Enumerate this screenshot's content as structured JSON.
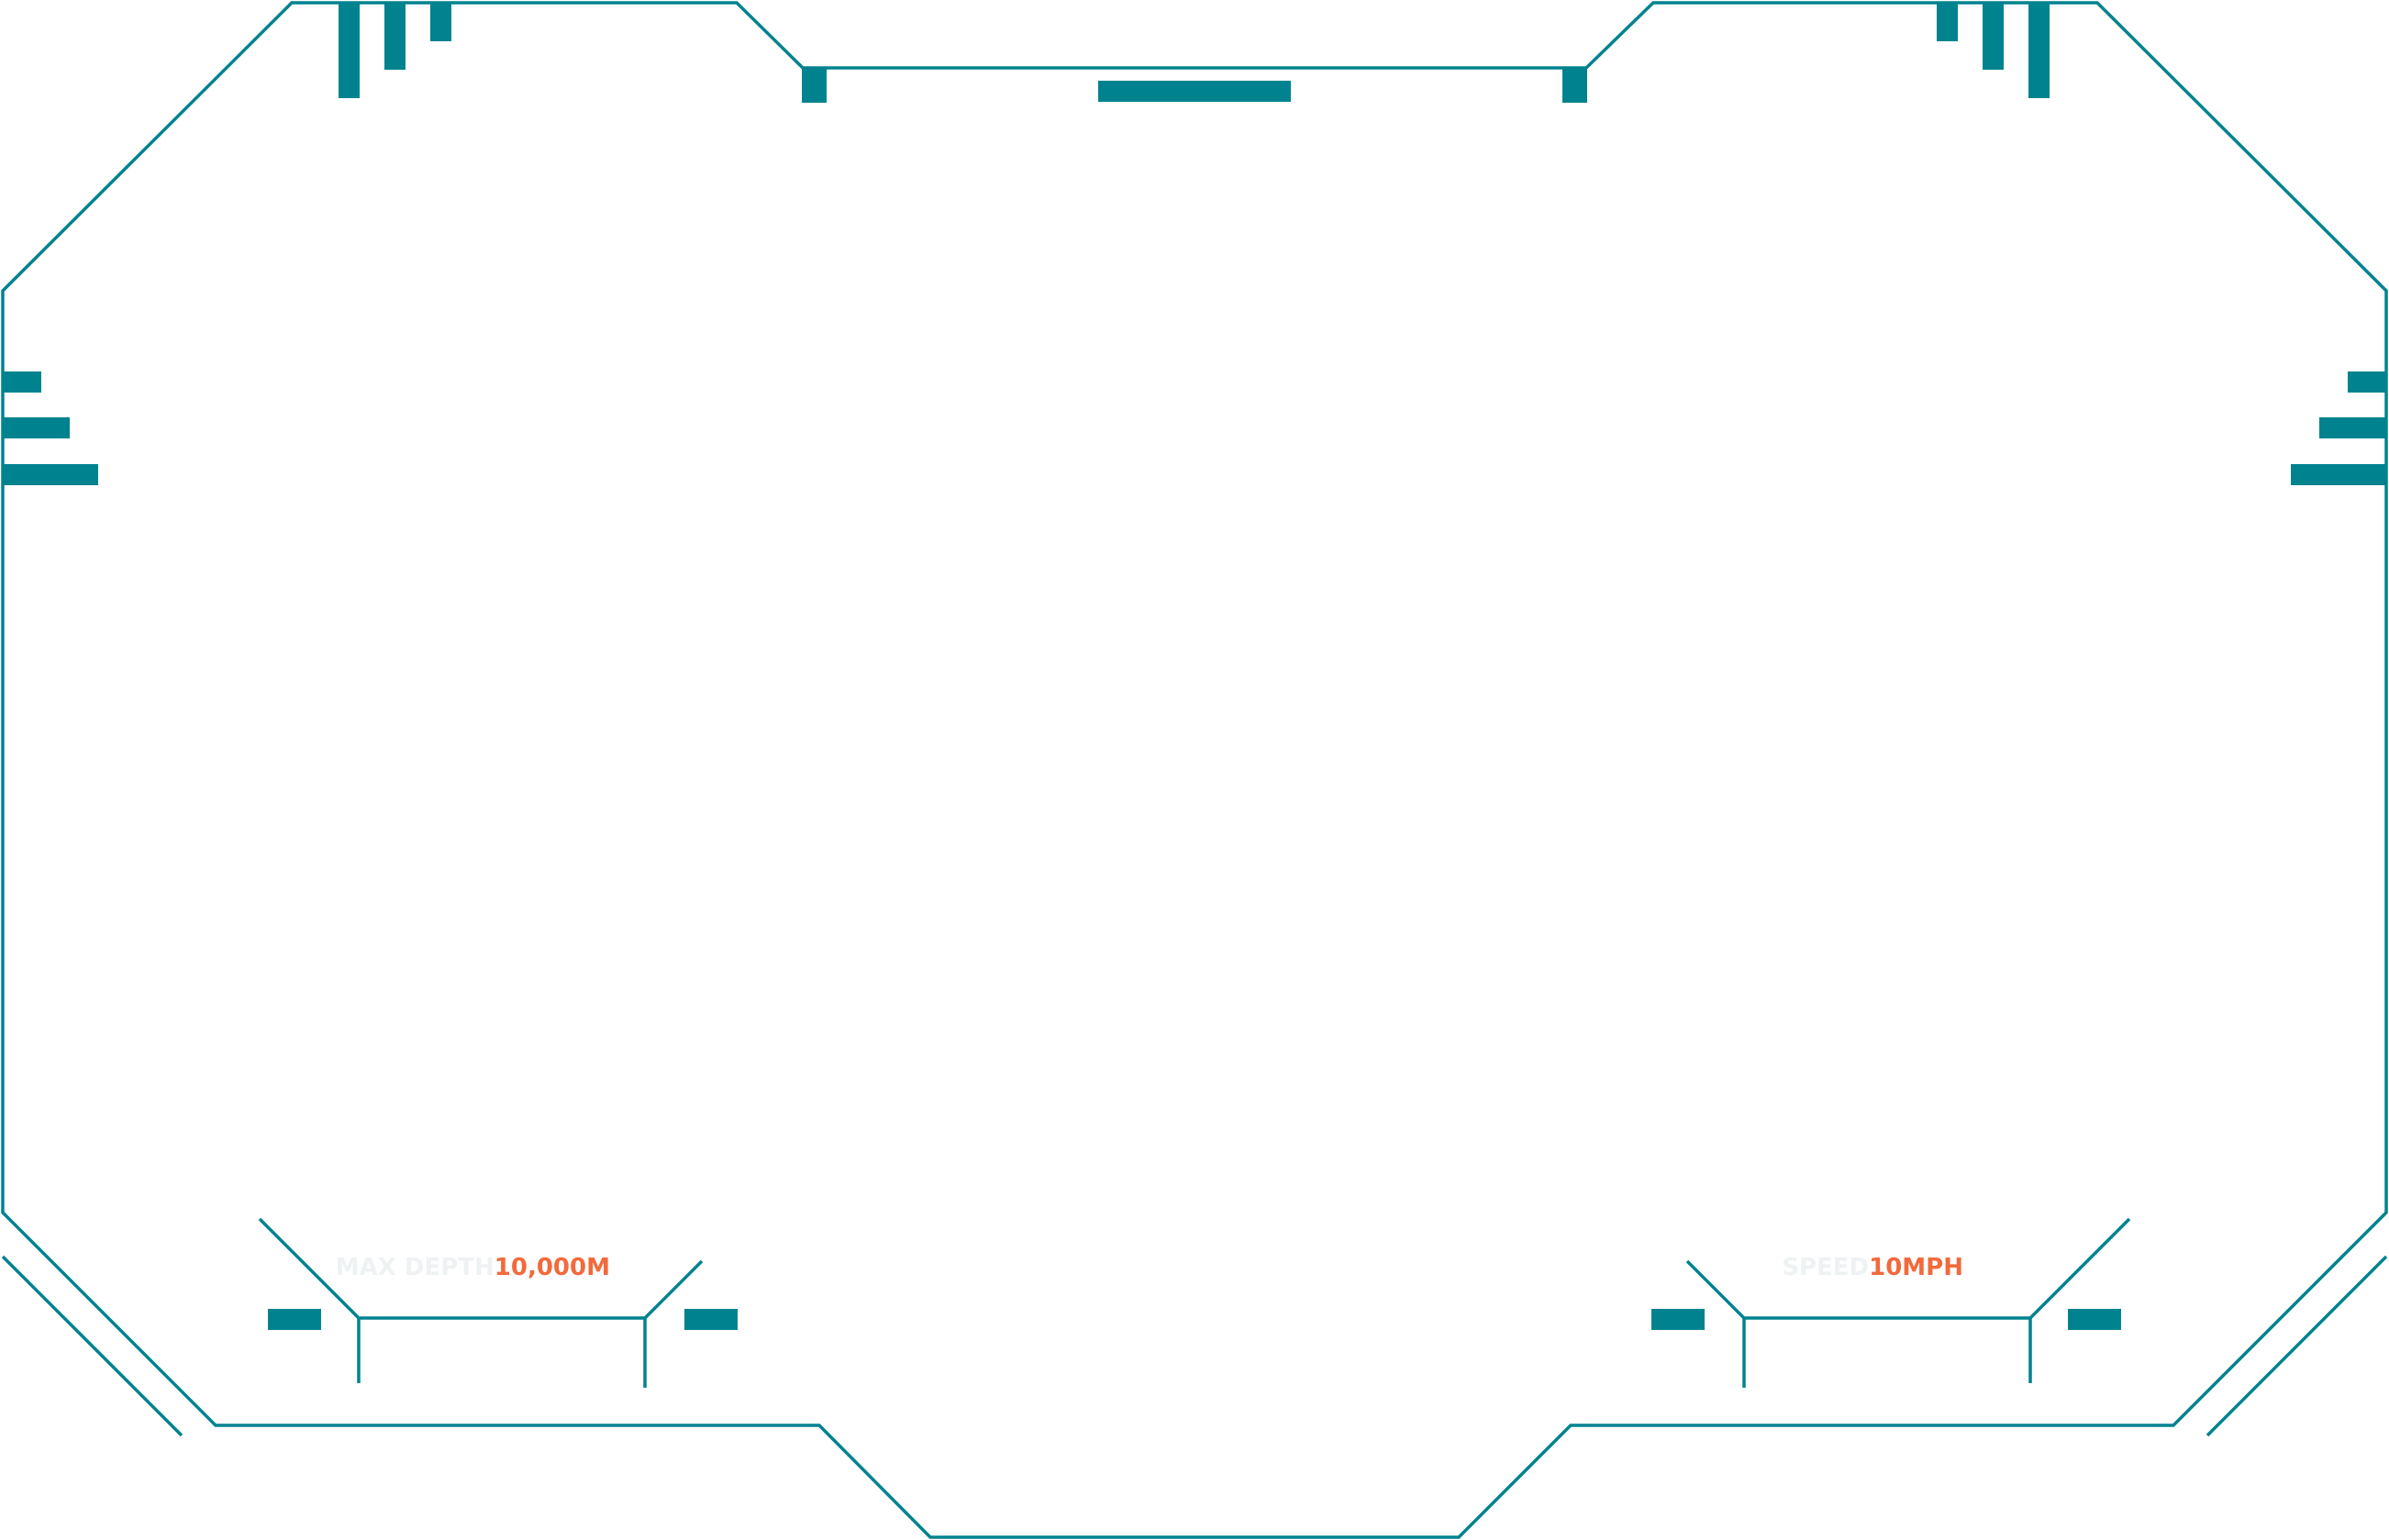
{
  "colors": {
    "frame": "#00838f",
    "label": "#eef2f3",
    "value": "#f26a3c",
    "background": "#ffffff"
  },
  "readouts": {
    "depth": {
      "label": "MAX DEPTH",
      "value": "10,000M"
    },
    "speed": {
      "label": "SPEED",
      "value": "10MPH"
    }
  }
}
